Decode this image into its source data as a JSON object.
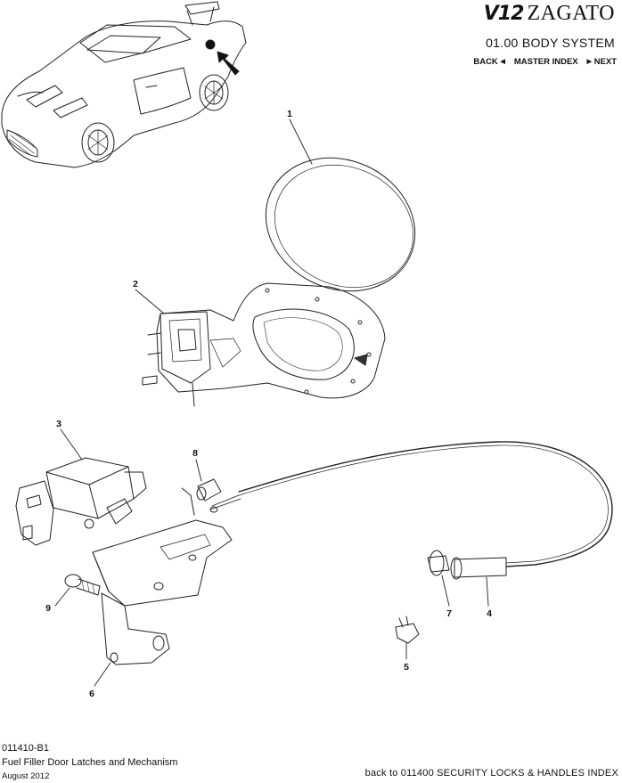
{
  "header": {
    "brand_v12": "V12",
    "brand_name": "ZAGATO",
    "section_title": "01.00 BODY SYSTEM",
    "nav": {
      "back": "BACK",
      "master_index": "MASTER INDEX",
      "next": "NEXT"
    }
  },
  "diagram": {
    "callouts": [
      "1",
      "2",
      "3",
      "4",
      "5",
      "6",
      "7",
      "8",
      "9"
    ]
  },
  "footer": {
    "code": "011410-B1",
    "title": "Fuel Filler Door Latches and Mechanism",
    "date": "August 2012",
    "back_link": "back to 011400 SECURITY LOCKS & HANDLES INDEX"
  }
}
